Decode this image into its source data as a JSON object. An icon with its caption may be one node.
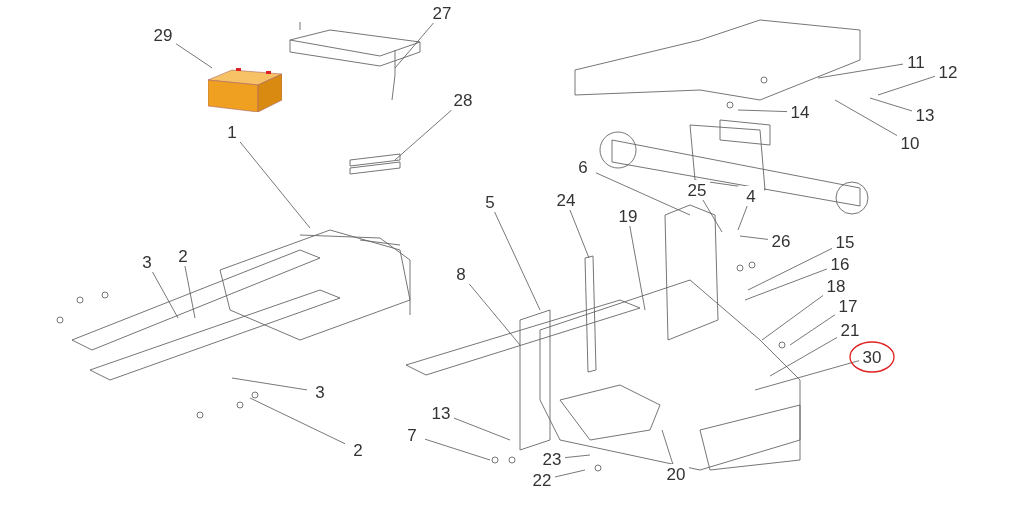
{
  "diagram": {
    "nodes": [
      {
        "text": [
          "27"
        ]
      },
      {
        "text": [
          "29"
        ]
      },
      {
        "text": [
          "11"
        ]
      },
      {
        "text": [
          "12"
        ]
      },
      {
        "text": [
          "28"
        ]
      },
      {
        "text": [
          "14"
        ]
      },
      {
        "text": [
          "13"
        ]
      },
      {
        "text": [
          "1"
        ]
      },
      {
        "text": [
          "10"
        ]
      },
      {
        "text": [
          "6"
        ]
      },
      {
        "text": [
          "25"
        ]
      },
      {
        "text": [
          "4"
        ]
      },
      {
        "text": [
          "5"
        ]
      },
      {
        "text": [
          "24"
        ]
      },
      {
        "text": [
          "19"
        ]
      },
      {
        "text": [
          "26"
        ]
      },
      {
        "text": [
          "15"
        ]
      },
      {
        "text": [
          "3"
        ]
      },
      {
        "text": [
          "2"
        ]
      },
      {
        "text": [
          "16"
        ]
      },
      {
        "text": [
          "8"
        ]
      },
      {
        "text": [
          "18"
        ]
      },
      {
        "text": [
          "17"
        ]
      },
      {
        "text": [
          "21"
        ]
      },
      {
        "text": [
          "30"
        ]
      },
      {
        "text": [
          "3"
        ]
      },
      {
        "text": [
          "13"
        ]
      },
      {
        "text": [
          "7"
        ]
      },
      {
        "text": [
          "2"
        ]
      },
      {
        "text": [
          "23"
        ]
      },
      {
        "text": [
          "20"
        ]
      },
      {
        "text": [
          "22"
        ]
      },
      {
        "text": [],
        "shape": "picture"
      }
    ],
    "edges": [
      {
        "from": 0,
        "to": null,
        "arrow": "none"
      },
      {
        "from": 1,
        "to": 32,
        "arrow": "none"
      },
      {
        "from": 2,
        "to": null,
        "arrow": "none"
      },
      {
        "from": 3,
        "to": null,
        "arrow": "none"
      },
      {
        "from": 4,
        "to": null,
        "arrow": "none"
      },
      {
        "from": 5,
        "to": null,
        "arrow": "none"
      },
      {
        "from": 6,
        "to": null,
        "arrow": "none"
      },
      {
        "from": 7,
        "to": null,
        "arrow": "none"
      },
      {
        "from": 8,
        "to": null,
        "arrow": "none"
      },
      {
        "from": 9,
        "to": null,
        "arrow": "none"
      },
      {
        "from": 10,
        "to": null,
        "arrow": "none"
      },
      {
        "from": 11,
        "to": null,
        "arrow": "none"
      },
      {
        "from": 12,
        "to": null,
        "arrow": "none"
      },
      {
        "from": 13,
        "to": null,
        "arrow": "none"
      },
      {
        "from": 14,
        "to": null,
        "arrow": "none"
      },
      {
        "from": 15,
        "to": null,
        "arrow": "none"
      },
      {
        "from": 16,
        "to": null,
        "arrow": "none"
      },
      {
        "from": 17,
        "to": null,
        "arrow": "none"
      },
      {
        "from": 18,
        "to": null,
        "arrow": "none"
      },
      {
        "from": 19,
        "to": null,
        "arrow": "none"
      },
      {
        "from": 20,
        "to": null,
        "arrow": "none"
      },
      {
        "from": 21,
        "to": null,
        "arrow": "none"
      },
      {
        "from": 22,
        "to": null,
        "arrow": "none"
      },
      {
        "from": 23,
        "to": null,
        "arrow": "none"
      },
      {
        "from": 24,
        "to": null,
        "arrow": "none"
      },
      {
        "from": 25,
        "to": null,
        "arrow": "none"
      },
      {
        "from": 26,
        "to": null,
        "arrow": "none"
      },
      {
        "from": 27,
        "to": null,
        "arrow": "none"
      },
      {
        "from": 28,
        "to": null,
        "arrow": "none"
      },
      {
        "from": 29,
        "to": null,
        "arrow": "none"
      },
      {
        "from": 30,
        "to": null,
        "arrow": "none"
      },
      {
        "from": 31,
        "to": null,
        "arrow": "none"
      }
    ]
  }
}
